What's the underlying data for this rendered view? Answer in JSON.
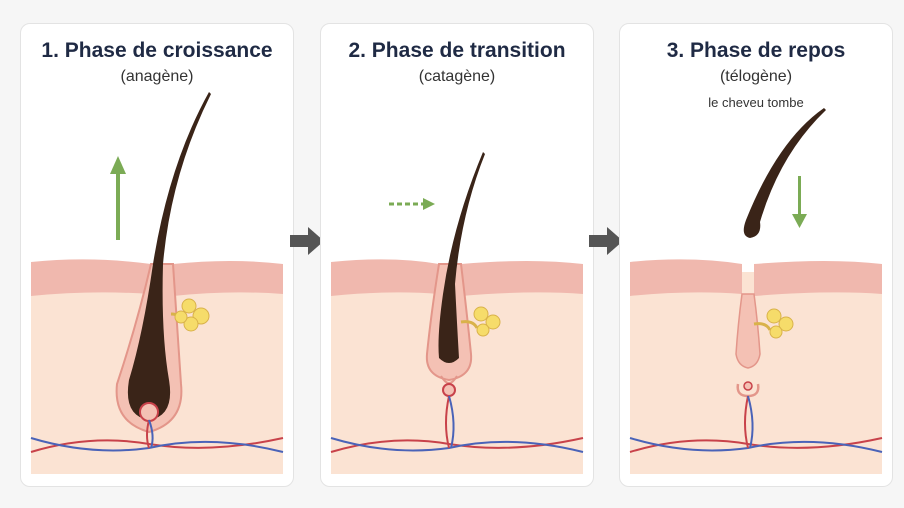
{
  "phases": [
    {
      "title": "1. Phase de croissance",
      "subtitle": "(anagène)"
    },
    {
      "title": "2. Phase de transition",
      "subtitle": "(catagène)"
    },
    {
      "title": "3. Phase de repos",
      "subtitle": "(télogène)",
      "note": "le cheveu tombe"
    }
  ],
  "colors": {
    "skin_top": "#f0b8ae",
    "skin_body": "#fbe3d3",
    "hair": "#3a2418",
    "gland": "#f6dc6a",
    "arrow_green": "#7bab55",
    "blood_red": "#c8424a",
    "blood_blue": "#4a63b8",
    "connector_arrow": "#555555"
  }
}
